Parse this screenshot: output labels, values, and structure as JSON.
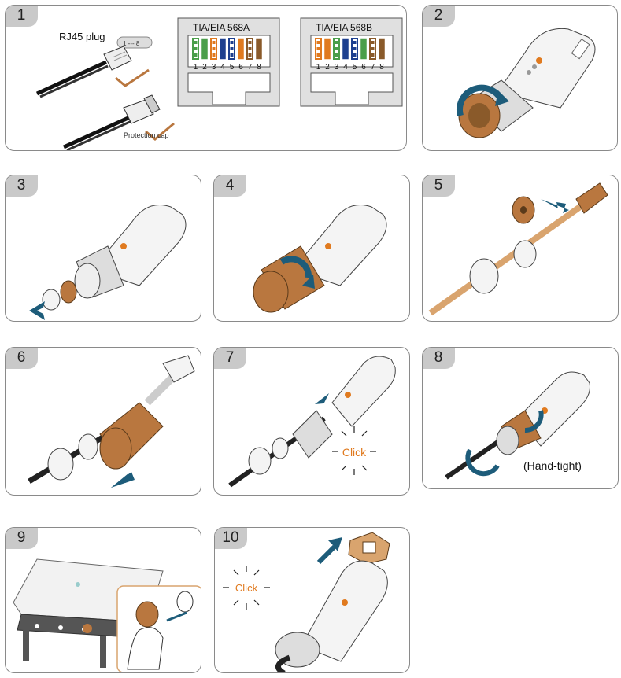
{
  "colors": {
    "bronze": "#b9773f",
    "bronze_light": "#d9a46e",
    "teal": "#1d5c7a",
    "orange": "#e07a1f",
    "border": "#8a8a8a",
    "badge": "#c9c9c9"
  },
  "steps": [
    {
      "number": "1",
      "rj45_label": "RJ45 plug",
      "pin_range": "1 --- 8",
      "protection_label": "Protection cap",
      "standard_a": {
        "title": "TIA/EIA 568A",
        "pins": [
          "1",
          "2",
          "3",
          "4",
          "5",
          "6",
          "7",
          "8"
        ]
      },
      "standard_b": {
        "title": "TIA/EIA 568B",
        "pins": [
          "1",
          "2",
          "3",
          "4",
          "5",
          "6",
          "7",
          "8"
        ]
      }
    },
    {
      "number": "2"
    },
    {
      "number": "3"
    },
    {
      "number": "4"
    },
    {
      "number": "5"
    },
    {
      "number": "6"
    },
    {
      "number": "7",
      "click_label": "Click"
    },
    {
      "number": "8",
      "hand_tight_label": "(Hand-tight)"
    },
    {
      "number": "9"
    },
    {
      "number": "10",
      "click_label": "Click"
    }
  ]
}
